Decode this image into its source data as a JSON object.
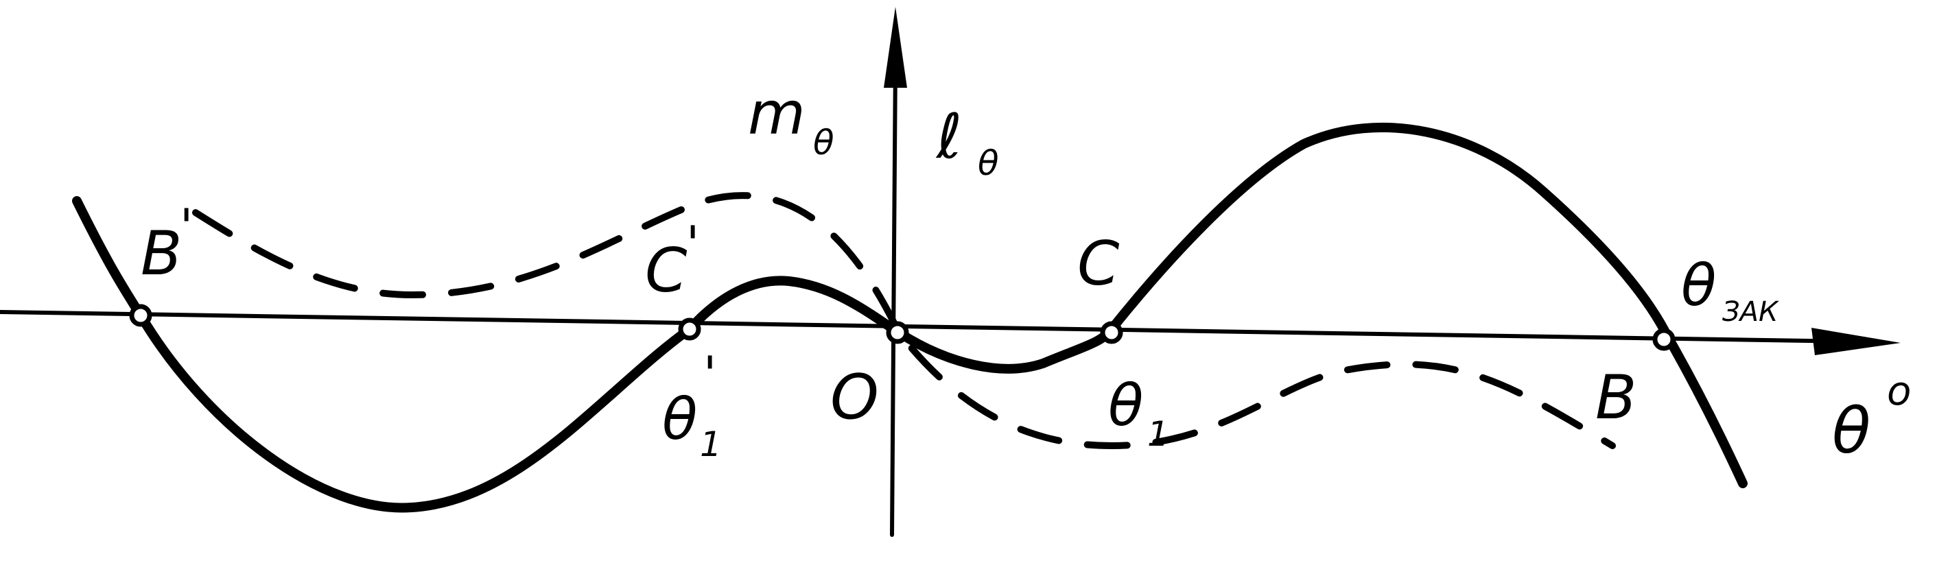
{
  "axes": {
    "horizontal_label_main": "θ",
    "horizontal_label_degree": "o",
    "vertical_label_m": "m",
    "vertical_label_m_sub": "θ",
    "vertical_label_l": "ℓ",
    "vertical_label_l_sub": "θ"
  },
  "points": {
    "origin": "O",
    "B_prime": "B",
    "B_prime_mark": "'",
    "C_prime": "C",
    "C_prime_mark": "'",
    "C": "C",
    "B": "B",
    "theta1": "θ",
    "theta1_sub": "1",
    "theta1_prime": "θ",
    "theta1_prime_mark": "'",
    "theta1_prime_sub": "1",
    "theta_zak": "θ",
    "theta_zak_sub": "ЗАК"
  },
  "curves": {
    "solid": "solid",
    "dashed": "dashed"
  }
}
